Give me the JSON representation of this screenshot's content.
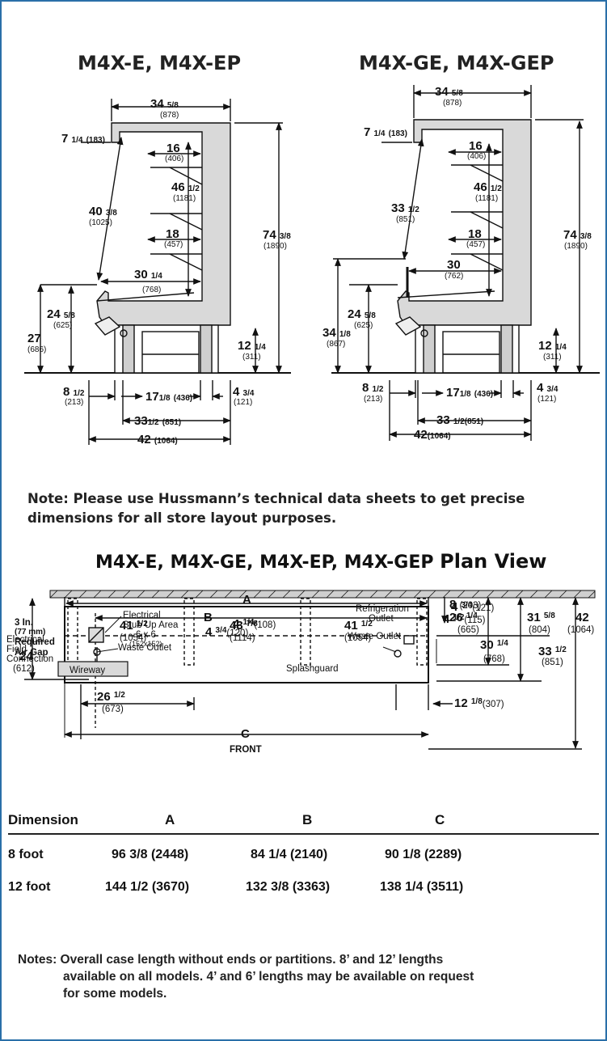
{
  "titles": {
    "left": "M4X-E, M4X-EP",
    "right": "M4X-GE, M4X-GEP",
    "plan_models": "M4X-E, M4X-GE, M4X-EP, M4X-GEP",
    "plan_suffix": "Plan View"
  },
  "left_dims": {
    "top_width": "34",
    "top_width_frac": "5/8",
    "top_width_mm": "(878)",
    "top_depth": "7",
    "top_depth_frac": "1/4",
    "top_depth_mm": "(183)",
    "shelf1": "16",
    "shelf1_mm": "(406)",
    "inner_h": "46",
    "inner_h_frac": "1/2",
    "inner_h_mm": "(1181)",
    "diag": "40",
    "diag_frac": "3/8",
    "diag_mm": "(1025)",
    "shelf2": "18",
    "shelf2_mm": "(457)",
    "height": "74",
    "height_frac": "3/8",
    "height_mm": "(1890)",
    "deck": "30",
    "deck_frac": "1/4",
    "deck_mm": "(768)",
    "lip": "24",
    "lip_frac": "5/8",
    "lip_mm": "(625)",
    "front_h": "27",
    "front_h_mm": "(686)",
    "base_h": "12",
    "base_h_frac": "1/4",
    "base_h_mm": "(311)",
    "front_off": "8",
    "front_off_frac": "1/2",
    "front_off_mm": "(213)",
    "leg_span": "17",
    "leg_span_frac": "1/8",
    "leg_span_mm": "(436)",
    "rear_off": "4",
    "rear_off_frac": "3/4",
    "rear_off_mm": "(121)",
    "foot": "33",
    "foot_frac": "1/2",
    "foot_mm": "(851)",
    "overall": "42",
    "overall_mm": "(1064)"
  },
  "right_dims": {
    "top_width": "34",
    "top_width_frac": "5/8",
    "top_width_mm": "(878)",
    "top_depth": "7",
    "top_depth_frac": "1/4",
    "top_depth_mm": "(183)",
    "shelf1": "16",
    "shelf1_mm": "(406)",
    "inner_h": "46",
    "inner_h_frac": "1/2",
    "inner_h_mm": "(1181)",
    "diag": "33",
    "diag_frac": "1/2",
    "diag_mm": "(851)",
    "shelf2": "18",
    "shelf2_mm": "(457)",
    "height": "74",
    "height_frac": "3/8",
    "height_mm": "(1890)",
    "deck": "30",
    "deck_mm": "(762)",
    "lip": "24",
    "lip_frac": "5/8",
    "lip_mm": "(625)",
    "front_h": "34",
    "front_h_frac": "1/8",
    "front_h_mm": "(867)",
    "base_h": "12",
    "base_h_frac": "1/4",
    "base_h_mm": "(311)",
    "front_off": "8",
    "front_off_frac": "1/2",
    "front_off_mm": "(213)",
    "leg_span": "17",
    "leg_span_frac": "1/8",
    "leg_span_mm": "(436)",
    "rear_off": "4",
    "rear_off_frac": "3/4",
    "rear_off_mm": "(121)",
    "foot": "33",
    "foot_frac": "1/2",
    "foot_mm": "(851)",
    "overall": "42",
    "overall_mm": "(1064)"
  },
  "note": "Note: Please use Hussmann’s technical data sheets to get precise dimensions for all store layout purposes.",
  "plan": {
    "A": "A",
    "B": "B",
    "C": "C",
    "front": "FRONT",
    "gap_1": "3 In.",
    "gap_2": "(77 mm)",
    "gap_3": "Required",
    "gap_4": "Air Gap",
    "d1": "41",
    "d1_frac": "1/2",
    "d1_mm": "(1054)",
    "d2": "43",
    "d2_frac": "7/8",
    "d2_mm": "(1114)",
    "d3": "41",
    "d3_frac": "1/2",
    "d3_mm": "(1054)",
    "rear8": "8",
    "rear8_mm": "(203)",
    "rear4": "4",
    "rear4_frac": "1/2",
    "rear4_mm": "(115)",
    "mid4": "4",
    "mid4_frac": "1/4",
    "mid4_mm": "(108)",
    "r43": "4",
    "r43_frac": "3/4",
    "r43_mm": "(121)",
    "left24": "24",
    "left24_mm": "(612)",
    "stub_1": "Electrical",
    "stub_2": "Stub Up Area",
    "stub_3": "6 x 6",
    "stub_4": "(152x152)",
    "in43": "4",
    "in43_frac": "3/4",
    "in43_mm": "(120)",
    "refrig_1": "Refrigeration",
    "refrig_2": "Outlet",
    "r26": "26",
    "r26_frac": "1/4",
    "r26_mm": "(665)",
    "r31": "31",
    "r31_frac": "5/8",
    "r31_mm": "(804)",
    "r42": "42",
    "r42_mm": "(1064)",
    "waste_right": "Waste Outlet",
    "r30": "30",
    "r30_frac": "1/4",
    "r30_mm": "(768)",
    "r33": "33",
    "r33_frac": "1/2",
    "r33_mm": "(851)",
    "waste_left": "Waste Outlet",
    "efield_1": "Electrical",
    "efield_2": "Field",
    "efield_3": "Connection",
    "wireway": "Wireway",
    "b26": "26",
    "b26_frac": "1/2",
    "b26_mm": "(673)",
    "splash": "Splashguard",
    "b12": "12",
    "b12_frac": "1/8",
    "b12_mm": "(307)"
  },
  "table": {
    "headers": [
      "Dimension",
      "A",
      "B",
      "C"
    ],
    "rows": [
      {
        "label": "8 foot",
        "a": "96 3/8",
        "a_mm": "(2448)",
        "b": "84 1/4",
        "b_mm": "(2140)",
        "c": "90 1/8",
        "c_mm": "(2289)"
      },
      {
        "label": "12 foot",
        "a": "144 1/2",
        "a_mm": "(3670)",
        "b": "132 3/8",
        "b_mm": "(3363)",
        "c": "138 1/4",
        "c_mm": "(3511)"
      }
    ]
  },
  "notes": {
    "line1": "Notes: Overall case length without ends or partitions.  8’ and 12’ lengths",
    "line2": "available on all models.  4’ and 6’ lengths may be available on request",
    "line3": "for some models."
  },
  "colors": {
    "border": "#2a6fa8",
    "case_fill": "#d9d9d9",
    "line": "#111111"
  }
}
